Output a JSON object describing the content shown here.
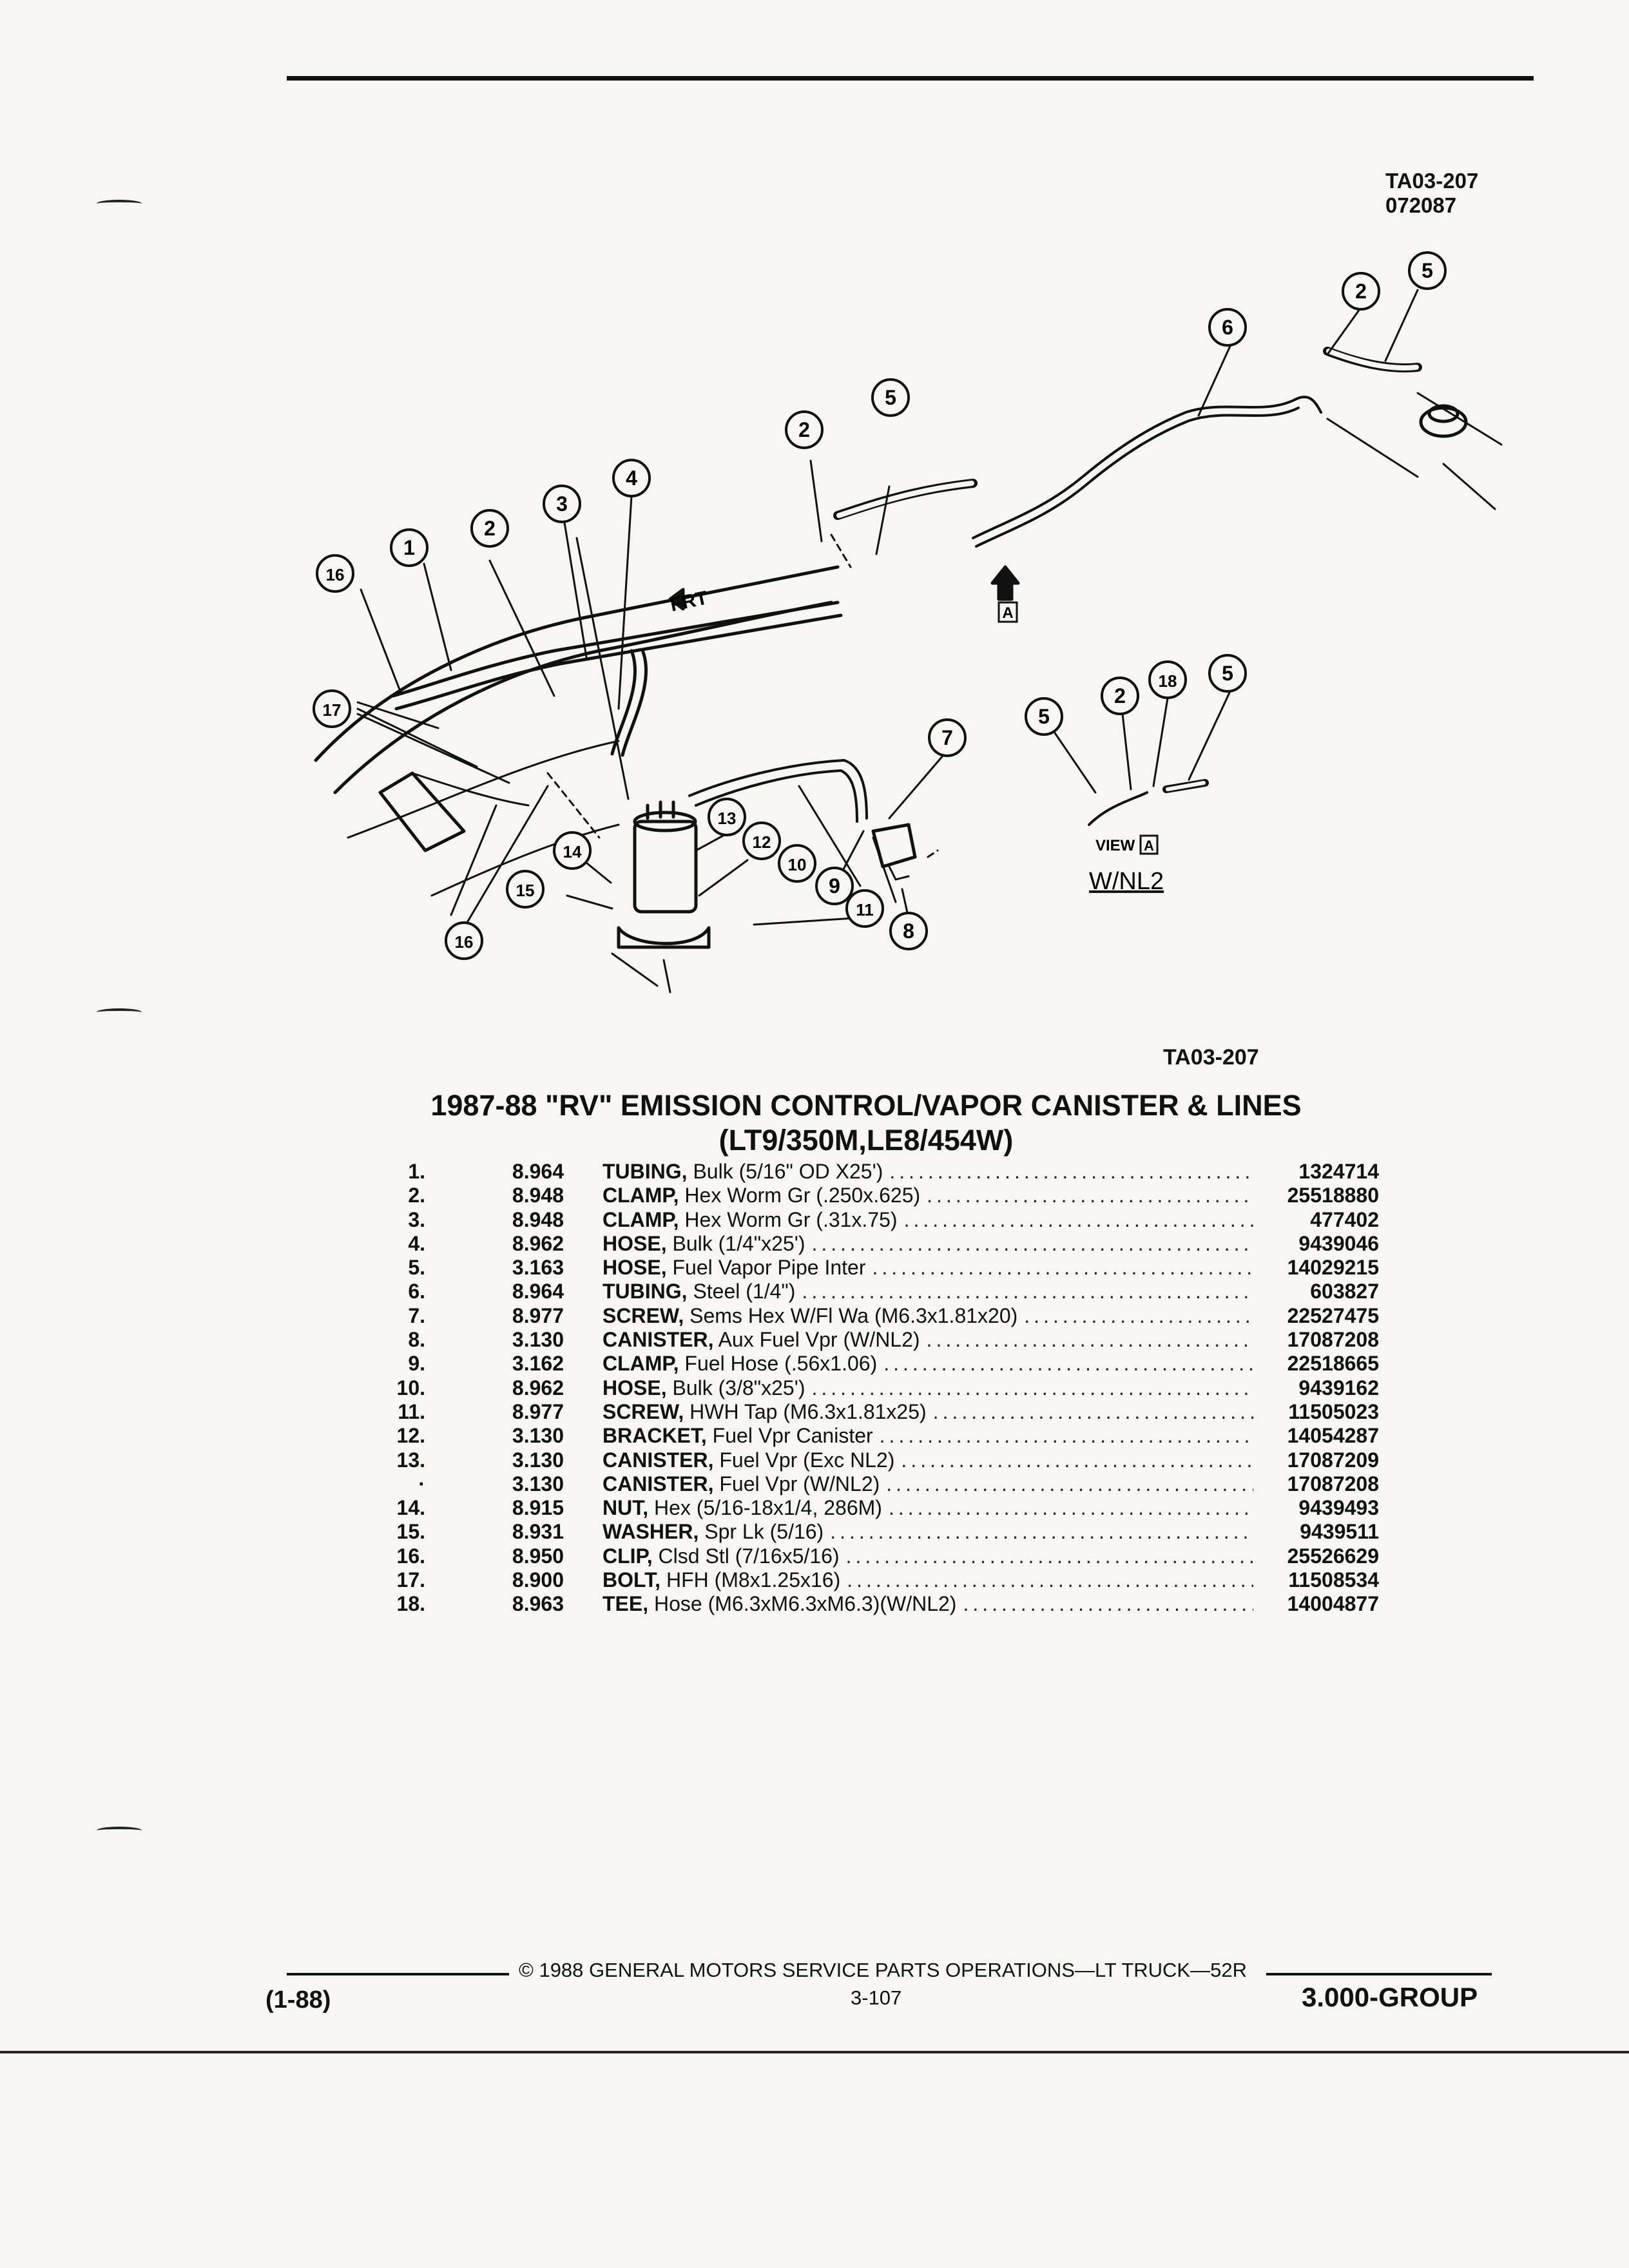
{
  "header": {
    "ref_line1": "TA03-207",
    "ref_line2": "072087"
  },
  "diagram": {
    "front_label": "FRT",
    "view_tag": "A",
    "view_label": "VIEW",
    "view_option": "W/NL2",
    "reference": "TA03-207"
  },
  "title": {
    "line1": "1987-88 \"RV\" EMISSION CONTROL/VAPOR CANISTER & LINES",
    "line2": "(LT9/350M,LE8/454W)"
  },
  "parts": [
    {
      "num": "1.",
      "group": "8.964",
      "name": "TUBING,",
      "desc": " Bulk (5/16\" OD X25')",
      "part": "1324714"
    },
    {
      "num": "2.",
      "group": "8.948",
      "name": "CLAMP,",
      "desc": " Hex Worm Gr (.250x.625)",
      "part": "25518880"
    },
    {
      "num": "3.",
      "group": "8.948",
      "name": "CLAMP,",
      "desc": " Hex Worm Gr (.31x.75)",
      "part": "477402"
    },
    {
      "num": "4.",
      "group": "8.962",
      "name": "HOSE,",
      "desc": " Bulk (1/4\"x25')",
      "part": "9439046"
    },
    {
      "num": "5.",
      "group": "3.163",
      "name": "HOSE,",
      "desc": " Fuel Vapor Pipe Inter",
      "part": "14029215"
    },
    {
      "num": "6.",
      "group": "8.964",
      "name": "TUBING,",
      "desc": " Steel (1/4\")",
      "part": "603827"
    },
    {
      "num": "7.",
      "group": "8.977",
      "name": "SCREW,",
      "desc": " Sems Hex W/Fl Wa (M6.3x1.81x20)",
      "part": "22527475"
    },
    {
      "num": "8.",
      "group": "3.130",
      "name": "CANISTER,",
      "desc": " Aux Fuel Vpr (W/NL2)",
      "part": "17087208"
    },
    {
      "num": "9.",
      "group": "3.162",
      "name": "CLAMP,",
      "desc": " Fuel Hose (.56x1.06)",
      "part": "22518665"
    },
    {
      "num": "10.",
      "group": "8.962",
      "name": "HOSE,",
      "desc": " Bulk (3/8\"x25')",
      "part": "9439162"
    },
    {
      "num": "11.",
      "group": "8.977",
      "name": "SCREW,",
      "desc": " HWH Tap (M6.3x1.81x25)",
      "part": "11505023"
    },
    {
      "num": "12.",
      "group": "3.130",
      "name": "BRACKET,",
      "desc": " Fuel Vpr Canister",
      "part": "14054287"
    },
    {
      "num": "13.",
      "group": "3.130",
      "name": "CANISTER,",
      "desc": " Fuel Vpr (Exc NL2)",
      "part": "17087209"
    },
    {
      "num": "·",
      "group": "3.130",
      "name": "CANISTER,",
      "desc": " Fuel Vpr (W/NL2)",
      "part": "17087208"
    },
    {
      "num": "14.",
      "group": "8.915",
      "name": "NUT,",
      "desc": " Hex (5/16-18x1/4, 286M)",
      "part": "9439493"
    },
    {
      "num": "15.",
      "group": "8.931",
      "name": "WASHER,",
      "desc": " Spr Lk (5/16)",
      "part": "9439511"
    },
    {
      "num": "16.",
      "group": "8.950",
      "name": "CLIP,",
      "desc": " Clsd Stl (7/16x5/16)",
      "part": "25526629"
    },
    {
      "num": "17.",
      "group": "8.900",
      "name": "BOLT,",
      "desc": " HFH (M8x1.25x16)",
      "part": "11508534"
    },
    {
      "num": "18.",
      "group": "8.963",
      "name": "TEE,",
      "desc": " Hose (M6.3xM6.3xM6.3)(W/NL2)",
      "part": "14004877"
    }
  ],
  "footer": {
    "copyright": "© 1988 GENERAL MOTORS SERVICE PARTS OPERATIONS—LT TRUCK—52R",
    "left": "(1-88)",
    "page": "3-107",
    "right": "3.000-GROUP"
  }
}
